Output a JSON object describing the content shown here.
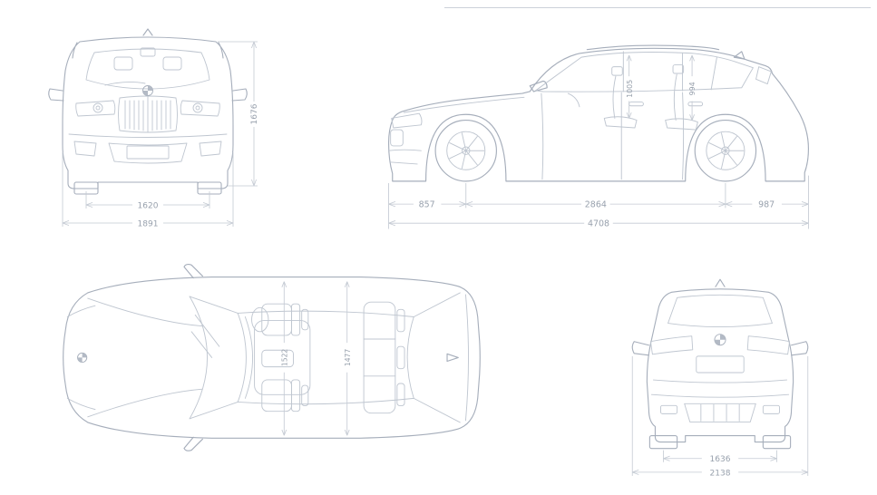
{
  "colors": {
    "background": "#ffffff",
    "car_line": "#a6aebb",
    "detail_line": "#bfc6d0",
    "dim_line": "#c4cad3",
    "dim_text": "#98a1ad"
  },
  "front_view": {
    "track_mm": "1620",
    "overall_width_mm": "1891",
    "overall_height_mm": "1676"
  },
  "side_view": {
    "front_overhang_mm": "857",
    "wheelbase_mm": "2864",
    "rear_overhang_mm": "987",
    "overall_length_mm": "4708",
    "front_headroom_mm": "1005",
    "rear_headroom_mm": "994"
  },
  "top_view": {
    "front_interior_width_mm": "1522",
    "rear_interior_width_mm": "1477"
  },
  "rear_view": {
    "track_mm": "1636",
    "width_with_mirrors_mm": "2138"
  }
}
